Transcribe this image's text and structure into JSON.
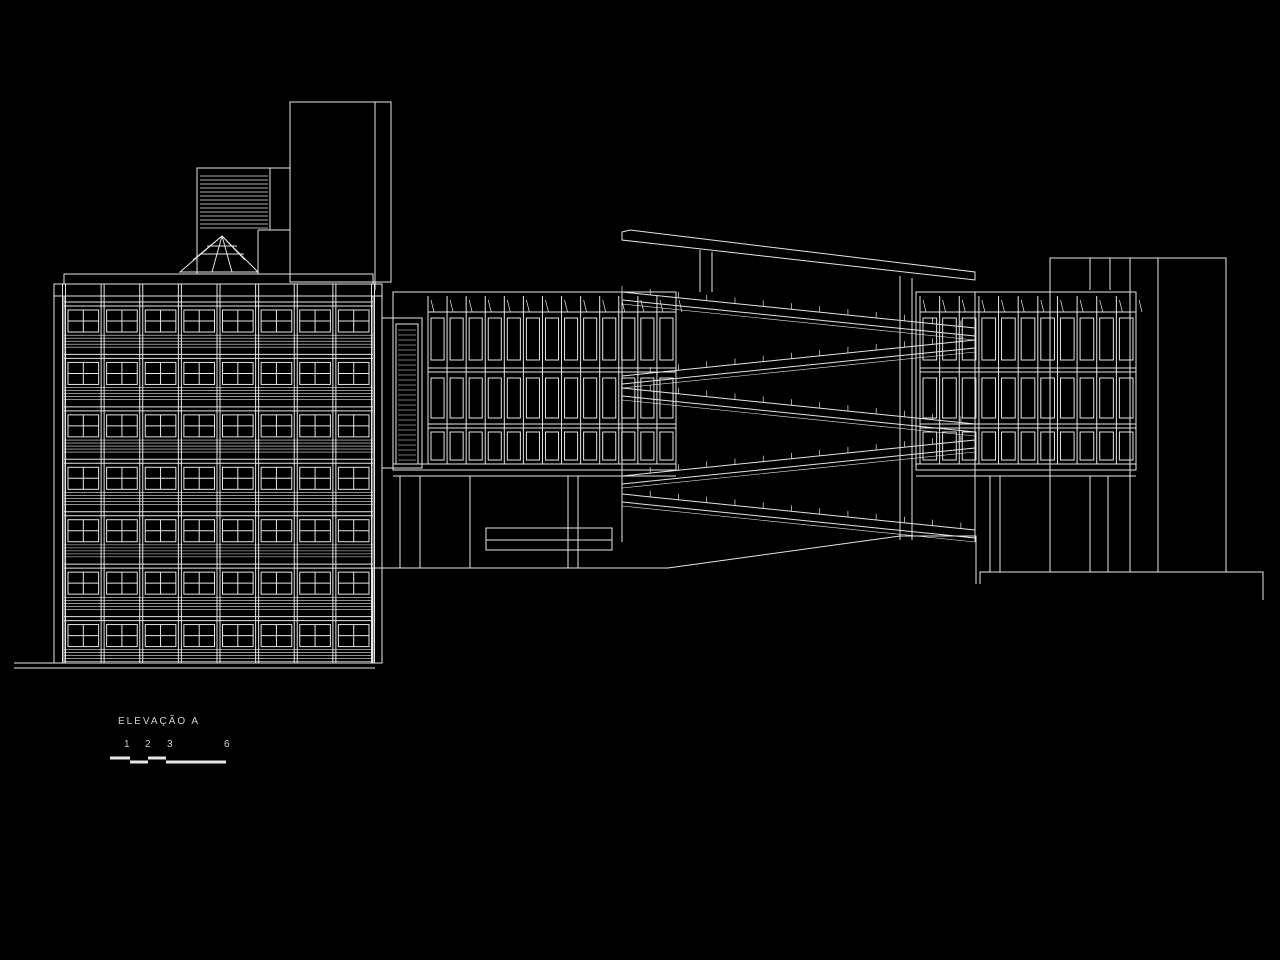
{
  "drawing": {
    "title": "ELEVAÇÃO A",
    "line_color": "#e6e6e6",
    "background": "#000000"
  },
  "scale_bar": {
    "labels": [
      "1",
      "2",
      "3",
      "6"
    ]
  }
}
